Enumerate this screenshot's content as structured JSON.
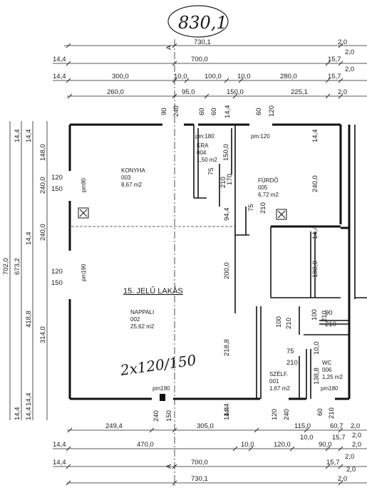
{
  "stamp": "830,1",
  "apartment_title": "15. JELŰ LAKÁS",
  "window_note": "2x120/150",
  "rooms": [
    {
      "name": "KONYHA",
      "number": "003",
      "area": "8,67 m2"
    },
    {
      "name": "KRA",
      "number": "004",
      "area": "1,50 m2"
    },
    {
      "name": "FÜRDŐ",
      "number": "005",
      "area": "6,72 m2"
    },
    {
      "name": "NAPPALI",
      "number": "002",
      "area": "25,62 m2"
    },
    {
      "name": "SZÉLF.",
      "number": "001",
      "area": "1,67 m2"
    },
    {
      "name": "WC",
      "number": "006",
      "area": "1,25 m2"
    }
  ],
  "top_dims": {
    "row1": [
      "730,1",
      "2,0"
    ],
    "row2": [
      "14,4",
      "700,0",
      "15,7",
      "2,0"
    ],
    "row3": [
      "14,4",
      "300,0",
      "10,0",
      "100,0",
      "10,0",
      "280,0",
      "15,7",
      "2,0"
    ],
    "row4": [
      "260,0",
      "95,0",
      "150,0",
      "225,1",
      "2,0"
    ]
  },
  "bottom_dims": {
    "row1": [
      "249,4",
      "305,0",
      "115,0",
      "60,7",
      "2,0"
    ],
    "row2": [
      "10,0",
      "15,7",
      "2,0"
    ],
    "row3": [
      "14,4",
      "470,0",
      "10,0",
      "120,0",
      "90,0",
      "2,0"
    ],
    "row4": [
      "2,0"
    ],
    "row5": [
      "14,4",
      "700,0",
      "15,7",
      "2,0"
    ],
    "row6": [
      "730,1",
      "2,0"
    ]
  },
  "left_dims": {
    "col1": [
      "702,0"
    ],
    "col2": [
      "14,4",
      "673,2",
      "14,4"
    ],
    "col3": [
      "14,4",
      "418,8",
      "14,4"
    ],
    "col4": [
      "14,4",
      "148,0",
      "240,0",
      "240,0",
      "314,0",
      "14,4"
    ]
  },
  "openings": {
    "top_pairs": [
      "90",
      "240",
      "60",
      "60",
      "60",
      "120"
    ],
    "top_mid": [
      "14,4"
    ],
    "pm_labels": [
      "pm:180",
      "pm:120",
      "pm90",
      "pm190",
      "pm190",
      "pm180"
    ],
    "left_pairs": [
      "120",
      "150",
      "120",
      "150"
    ],
    "inner_vertical": [
      "150,0",
      "75",
      "210",
      "170",
      "94,4",
      "75",
      "210",
      "240,0",
      "14,4",
      "180,0",
      "200,0",
      "218,8",
      "100",
      "210",
      "100",
      "210",
      "138,8",
      "10,0",
      "14,4",
      "14,4"
    ],
    "inner_horizontal": [
      "90",
      "210",
      "75",
      "210"
    ],
    "bottom_pairs": [
      "240",
      "150",
      "14,4",
      "120",
      "240",
      "60",
      "210"
    ]
  }
}
